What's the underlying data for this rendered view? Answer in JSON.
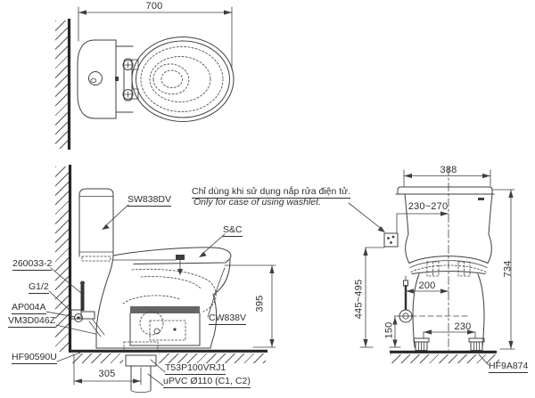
{
  "drawing": {
    "note": {
      "vietnamese": "Chỉ dùng khi sử dụng nắp rửa điện tử.",
      "english": "Only for case of using washlet."
    },
    "top_view": {
      "dim_overall_depth": "700"
    },
    "side_view": {
      "dim_drain_offset": "305",
      "dim_rim_height": "395",
      "labels": {
        "tank": "SW838DV",
        "fitting": "260033-2",
        "thread": "G1/2",
        "stop_valve": "AP004A",
        "supply_hose": "VM3D046Z",
        "floor_set": "HF90590U",
        "seat_cover": "S&C",
        "bowl": "CW838V",
        "drain_socket": "T53P100VRJ1",
        "drain_pipe": "uPVC Ø110 (C1, C2)"
      }
    },
    "front_view": {
      "dim_tank_width": "388",
      "dim_outlet_offset": "230~270",
      "dim_total_height": "734",
      "dim_outlet_height": "445~495",
      "dim_valve_offset": "200",
      "dim_valve_height": "150",
      "dim_bolt_pitch": "230",
      "labels": {
        "bolt_caps": "HF9A874"
      }
    },
    "colors": {
      "ink": "#3a3a3a",
      "paper": "#ffffff"
    }
  }
}
